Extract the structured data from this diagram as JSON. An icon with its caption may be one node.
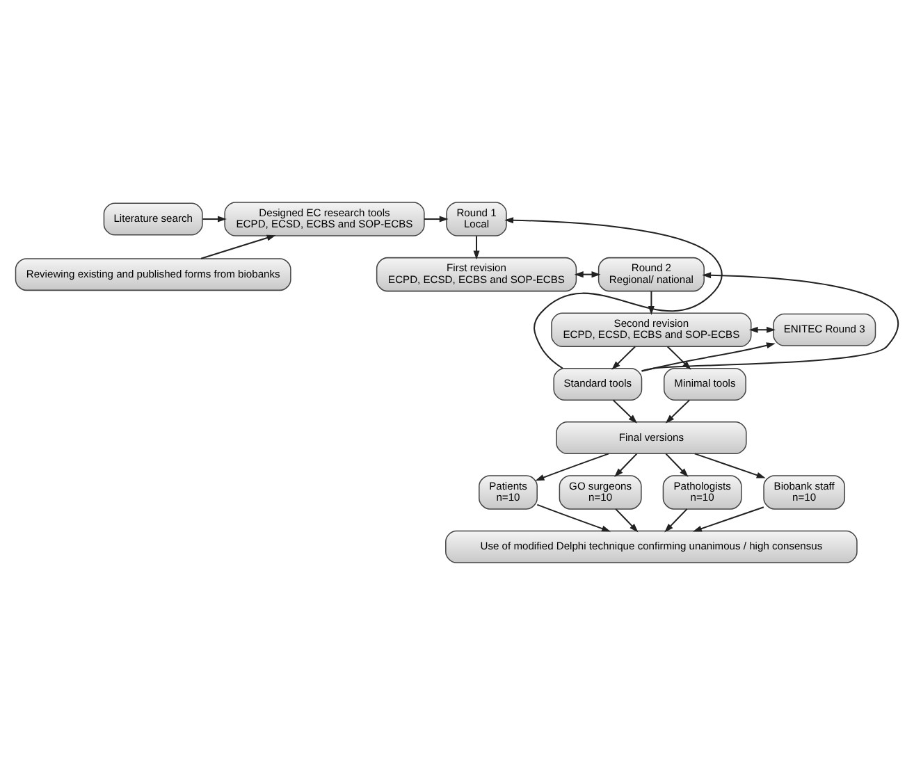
{
  "diagram": {
    "nodes": [
      {
        "text": [
          "Literature search"
        ]
      },
      {
        "text": [
          "Reviewing existing and published forms from biobanks"
        ]
      },
      {
        "text": [
          "Designed EC research tools",
          "ECPD, ECSD, ECBS and SOP-ECBS"
        ]
      },
      {
        "text": [
          "Round 1",
          "Local"
        ]
      },
      {
        "text": [
          "First revision",
          "ECPD, ECSD, ECBS and SOP-ECBS"
        ]
      },
      {
        "text": [
          "Round 2",
          "Regional/ national"
        ]
      },
      {
        "text": [
          "Second revision",
          "ECPD, ECSD, ECBS and SOP-ECBS"
        ]
      },
      {
        "text": [
          "ENITEC Round 3"
        ]
      },
      {
        "text": [
          "Minimal tools"
        ]
      },
      {
        "text": [
          "Standard tools"
        ]
      },
      {
        "text": [
          "Final versions"
        ]
      },
      {
        "text": [
          "Patients",
          "n=10"
        ]
      },
      {
        "text": [
          "GO surgeons",
          "n=10"
        ]
      },
      {
        "text": [
          "Pathologists",
          "n=10"
        ]
      },
      {
        "text": [
          "Biobank staff",
          "n=10"
        ]
      },
      {
        "text": [
          "Use of modified Delphi technique confirming unanimous / high consensus"
        ]
      }
    ],
    "edges": [
      {
        "from": 0,
        "to": 2,
        "arrow": "to"
      },
      {
        "from": 1,
        "to": 2,
        "arrow": "to"
      },
      {
        "from": 2,
        "to": 3,
        "arrow": "to"
      },
      {
        "from": 3,
        "to": 4,
        "arrow": "to"
      },
      {
        "from": 4,
        "to": 5,
        "arrow": "both"
      },
      {
        "from": 5,
        "to": 6,
        "arrow": "to"
      },
      {
        "from": 6,
        "to": 7,
        "arrow": "both"
      },
      {
        "from": 6,
        "to": 8,
        "arrow": "to"
      },
      {
        "from": 6,
        "to": 9,
        "arrow": "to"
      },
      {
        "from": 9,
        "to": 3,
        "arrow": "to"
      },
      {
        "from": 9,
        "to": 5,
        "arrow": "to"
      },
      {
        "from": 9,
        "to": 7,
        "arrow": "to"
      },
      {
        "from": 8,
        "to": 10,
        "arrow": "to"
      },
      {
        "from": 9,
        "to": 10,
        "arrow": "to"
      },
      {
        "from": 10,
        "to": 11,
        "arrow": "to"
      },
      {
        "from": 10,
        "to": 12,
        "arrow": "to"
      },
      {
        "from": 10,
        "to": 13,
        "arrow": "to"
      },
      {
        "from": 10,
        "to": 14,
        "arrow": "to"
      },
      {
        "from": 11,
        "to": 15,
        "arrow": "to"
      },
      {
        "from": 12,
        "to": 15,
        "arrow": "to"
      },
      {
        "from": 13,
        "to": 15,
        "arrow": "to"
      },
      {
        "from": 14,
        "to": 15,
        "arrow": "to"
      }
    ]
  }
}
